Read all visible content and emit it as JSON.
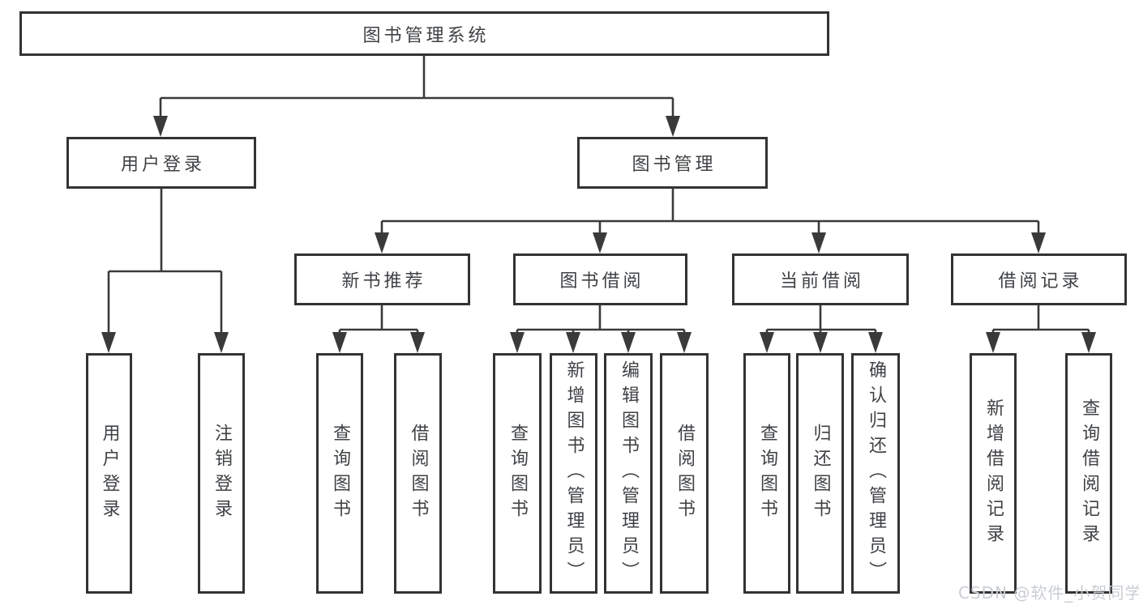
{
  "tree": {
    "root": {
      "label": "图书管理系统"
    },
    "level2": [
      {
        "label": "用户登录"
      },
      {
        "label": "图书管理"
      }
    ],
    "level3": [
      {
        "label": "新书推荐"
      },
      {
        "label": "图书借阅"
      },
      {
        "label": "当前借阅"
      },
      {
        "label": "借阅记录"
      }
    ],
    "leaves": {
      "login": [
        {
          "label": "用户登录"
        },
        {
          "label": "注销登录"
        }
      ],
      "recommend": [
        {
          "label": "查询图书"
        },
        {
          "label": "借阅图书"
        }
      ],
      "borrow": [
        {
          "label": "查询图书"
        },
        {
          "label": "新增图书（管理员）"
        },
        {
          "label": "编辑图书（管理员）"
        },
        {
          "label": "借阅图书"
        }
      ],
      "current": [
        {
          "label": "查询图书"
        },
        {
          "label": "归还图书"
        },
        {
          "label": "确认归还（管理员）"
        }
      ],
      "records": [
        {
          "label": "新增借阅记录"
        },
        {
          "label": "查询借阅记录"
        }
      ]
    }
  },
  "watermark": {
    "text": "CSDN @软件_小贺同学"
  },
  "colors": {
    "background": "#ffffff",
    "line": "#3a3a3a",
    "box_border": "#333333",
    "text": "#3f4245",
    "watermark": "#c9ced3"
  }
}
